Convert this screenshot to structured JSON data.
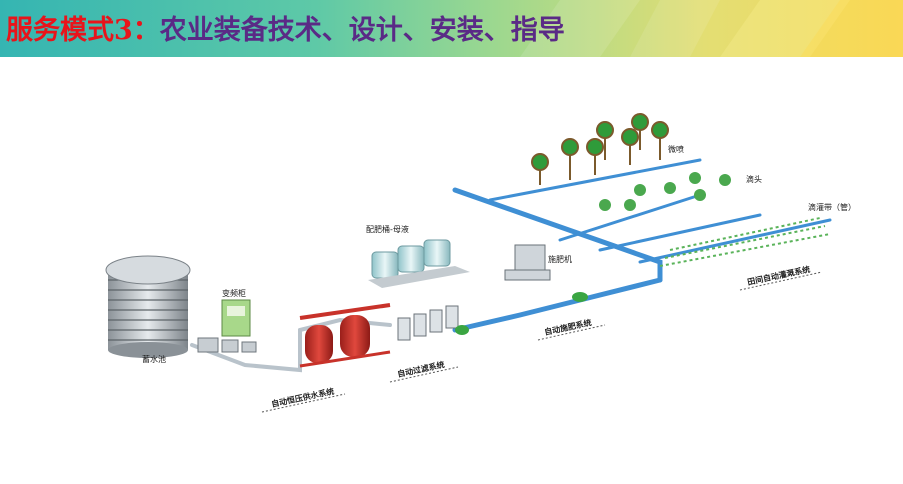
{
  "header": {
    "title_prefix": "服务模式3：",
    "title_main": "农业装备技术、设计、安装、指导"
  },
  "colors": {
    "title_prefix": "#e8141b",
    "title_main": "#5a2a86",
    "pipe": "#3f8fd4",
    "tank": "#c8322a"
  },
  "labels": {
    "reservoir": "蓄水池",
    "inverter": "变频柜",
    "fert_tanks": "配肥桶-母液",
    "fertigator": "施肥机",
    "microspray": "微喷",
    "sprinkler": "滴头",
    "drip_tape": "滴灌带（管）"
  },
  "systems": {
    "supply": "自动恒压供水系统",
    "filter": "自动过滤系统",
    "fertigation": "自动施肥系统",
    "field": "田间自动灌溉系统"
  }
}
